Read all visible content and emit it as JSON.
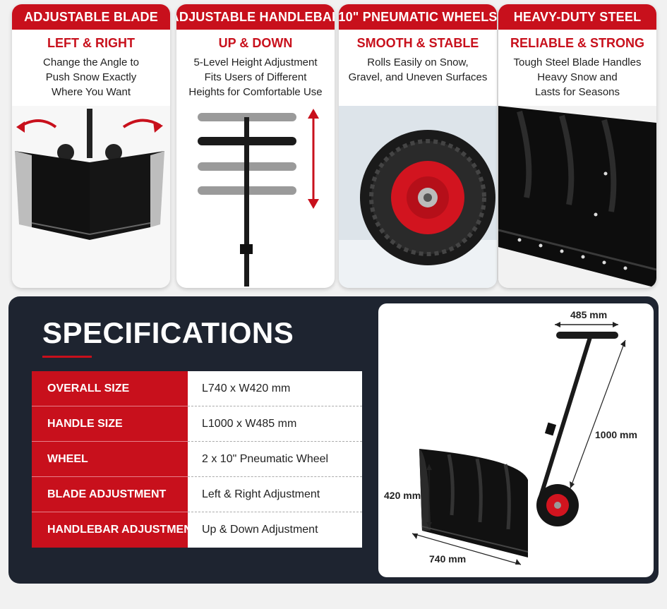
{
  "cards": [
    {
      "header": "ADJUSTABLE BLADE",
      "sub": "LEFT & RIGHT",
      "lines": [
        "Change the Angle to",
        "Push Snow Exactly",
        "Where You Want"
      ]
    },
    {
      "header": "ADJUSTABLE HANDLEBAR",
      "sub": "UP & DOWN",
      "lines": [
        "5-Level Height Adjustment",
        "Fits Users of Different",
        "Heights for Comfortable Use"
      ]
    },
    {
      "header": "10\" PNEUMATIC WHEELS",
      "sub": "SMOOTH & STABLE",
      "lines": [
        "Rolls Easily on Snow,",
        "Gravel, and Uneven Surfaces"
      ]
    },
    {
      "header": "HEAVY-DUTY STEEL",
      "sub": "RELIABLE & STRONG",
      "lines": [
        "Tough Steel Blade Handles",
        "Heavy Snow and",
        "Lasts for Seasons"
      ]
    }
  ],
  "specs": {
    "title": "SPECIFICATIONS",
    "rows": [
      {
        "key": "OVERALL SIZE",
        "value": "L740 x W420 mm"
      },
      {
        "key": "HANDLE SIZE",
        "value": "L1000 x W485 mm"
      },
      {
        "key": "WHEEL",
        "value": "2 x 10\" Pneumatic Wheel"
      },
      {
        "key": "BLADE ADJUSTMENT",
        "value": "Left & Right Adjustment"
      },
      {
        "key": "HANDLEBAR ADJUSTMENT",
        "value": "Up & Down Adjustment"
      }
    ]
  },
  "dimensions": {
    "handle_width": "485 mm",
    "handle_length": "1000 mm",
    "blade_height": "420 mm",
    "blade_length": "740 mm"
  },
  "colors": {
    "accent": "#c8101c",
    "dark_panel": "#1e2430"
  }
}
